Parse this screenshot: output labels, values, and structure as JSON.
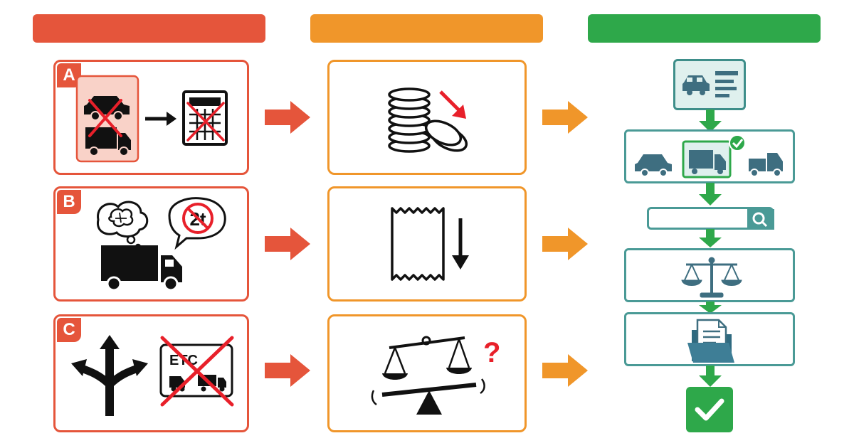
{
  "colors": {
    "problem": "#e5553b",
    "impact": "#f0962a",
    "solution": "#2ea84a",
    "teal": "#4a9a96",
    "teal_fill": "#dff0ee",
    "cross": "#e8202a",
    "ink": "#111111"
  },
  "problems": [
    {
      "badge": "A",
      "icons": [
        "car-icon",
        "truck-icon",
        "cross-icon",
        "arrow-right-icon",
        "calculator-icon"
      ]
    },
    {
      "badge": "B",
      "icons": [
        "brain-thought-icon",
        "weight-sign-icon",
        "truck-icon"
      ]
    },
    {
      "badge": "C",
      "icons": [
        "branching-road-icon",
        "etc-sign-icon",
        "cross-icon"
      ],
      "sign_text": "ETC"
    }
  ],
  "impacts": [
    {
      "icons": [
        "coin-stack-icon",
        "trend-down-icon"
      ]
    },
    {
      "icons": [
        "receipt-icon",
        "arrow-down-icon"
      ]
    },
    {
      "icons": [
        "tilting-scale-icon",
        "question-icon"
      ],
      "question_mark": "?"
    }
  ],
  "solution_steps": [
    {
      "icon": "vehicle-registration-icon"
    },
    {
      "icon": "vehicle-selection-icon"
    },
    {
      "icon": "search-bar-icon"
    },
    {
      "icon": "balance-scale-icon"
    },
    {
      "icon": "folder-document-icon"
    },
    {
      "icon": "check-icon"
    }
  ],
  "weight_sign_text": "2t"
}
